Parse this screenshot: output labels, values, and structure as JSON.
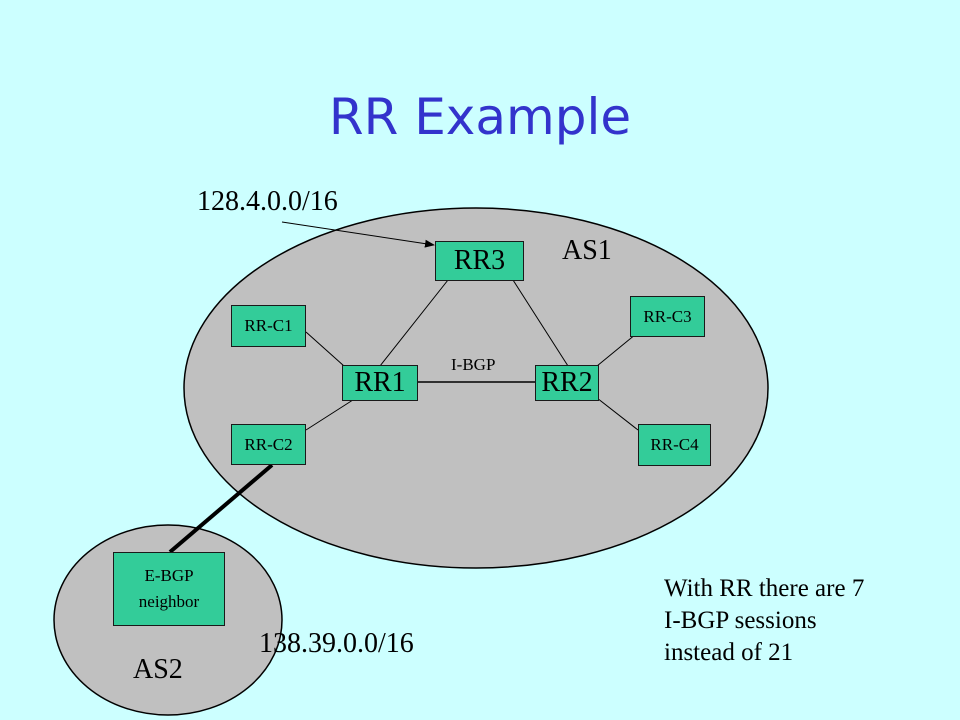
{
  "slide": {
    "title": "RR Example",
    "prefix_as1": "128.4.0.0/16",
    "prefix_as2": "138.39.0.0/16",
    "as1_label": "AS1",
    "as2_label": "AS2",
    "ibgp_label": "I-BGP",
    "note_lines": [
      "With RR there are 7",
      "I-BGP sessions",
      "instead of 21"
    ]
  },
  "routers": {
    "rr3": "RR3",
    "rr1": "RR1",
    "rr2": "RR2",
    "rrc1": "RR-C1",
    "rrc2": "RR-C2",
    "rrc3": "RR-C3",
    "rrc4": "RR-C4",
    "ebgp_line1": "E-BGP",
    "ebgp_line2": "neighbor"
  },
  "colors": {
    "background": "#ccffff",
    "title": "#3333cc",
    "as_region": "#c0c0c0",
    "router_box": "#33cc99"
  }
}
